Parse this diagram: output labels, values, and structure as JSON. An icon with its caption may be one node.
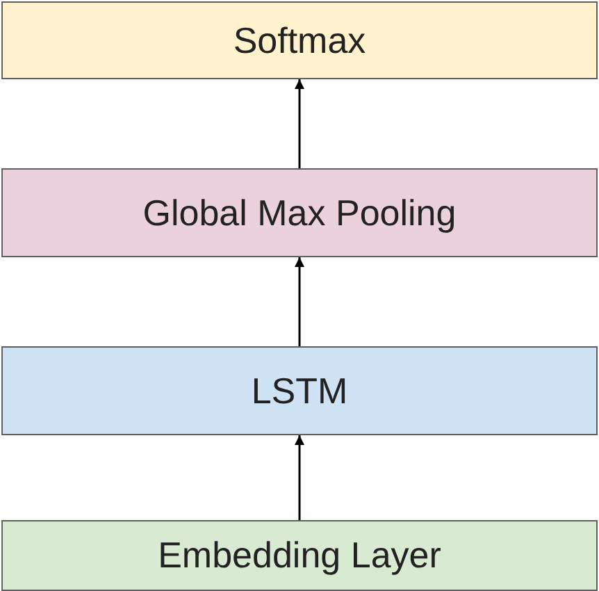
{
  "diagram": {
    "nodes": [
      {
        "text": [
          "Softmax"
        ]
      },
      {
        "text": [
          "Global Max Pooling"
        ]
      },
      {
        "text": [
          "LSTM"
        ]
      },
      {
        "text": [
          "Embedding Layer"
        ]
      }
    ],
    "edges": [
      {
        "from": 3,
        "to": 2,
        "arrow": "to"
      },
      {
        "from": 2,
        "to": 1,
        "arrow": "to"
      },
      {
        "from": 1,
        "to": 0,
        "arrow": "to"
      }
    ]
  }
}
